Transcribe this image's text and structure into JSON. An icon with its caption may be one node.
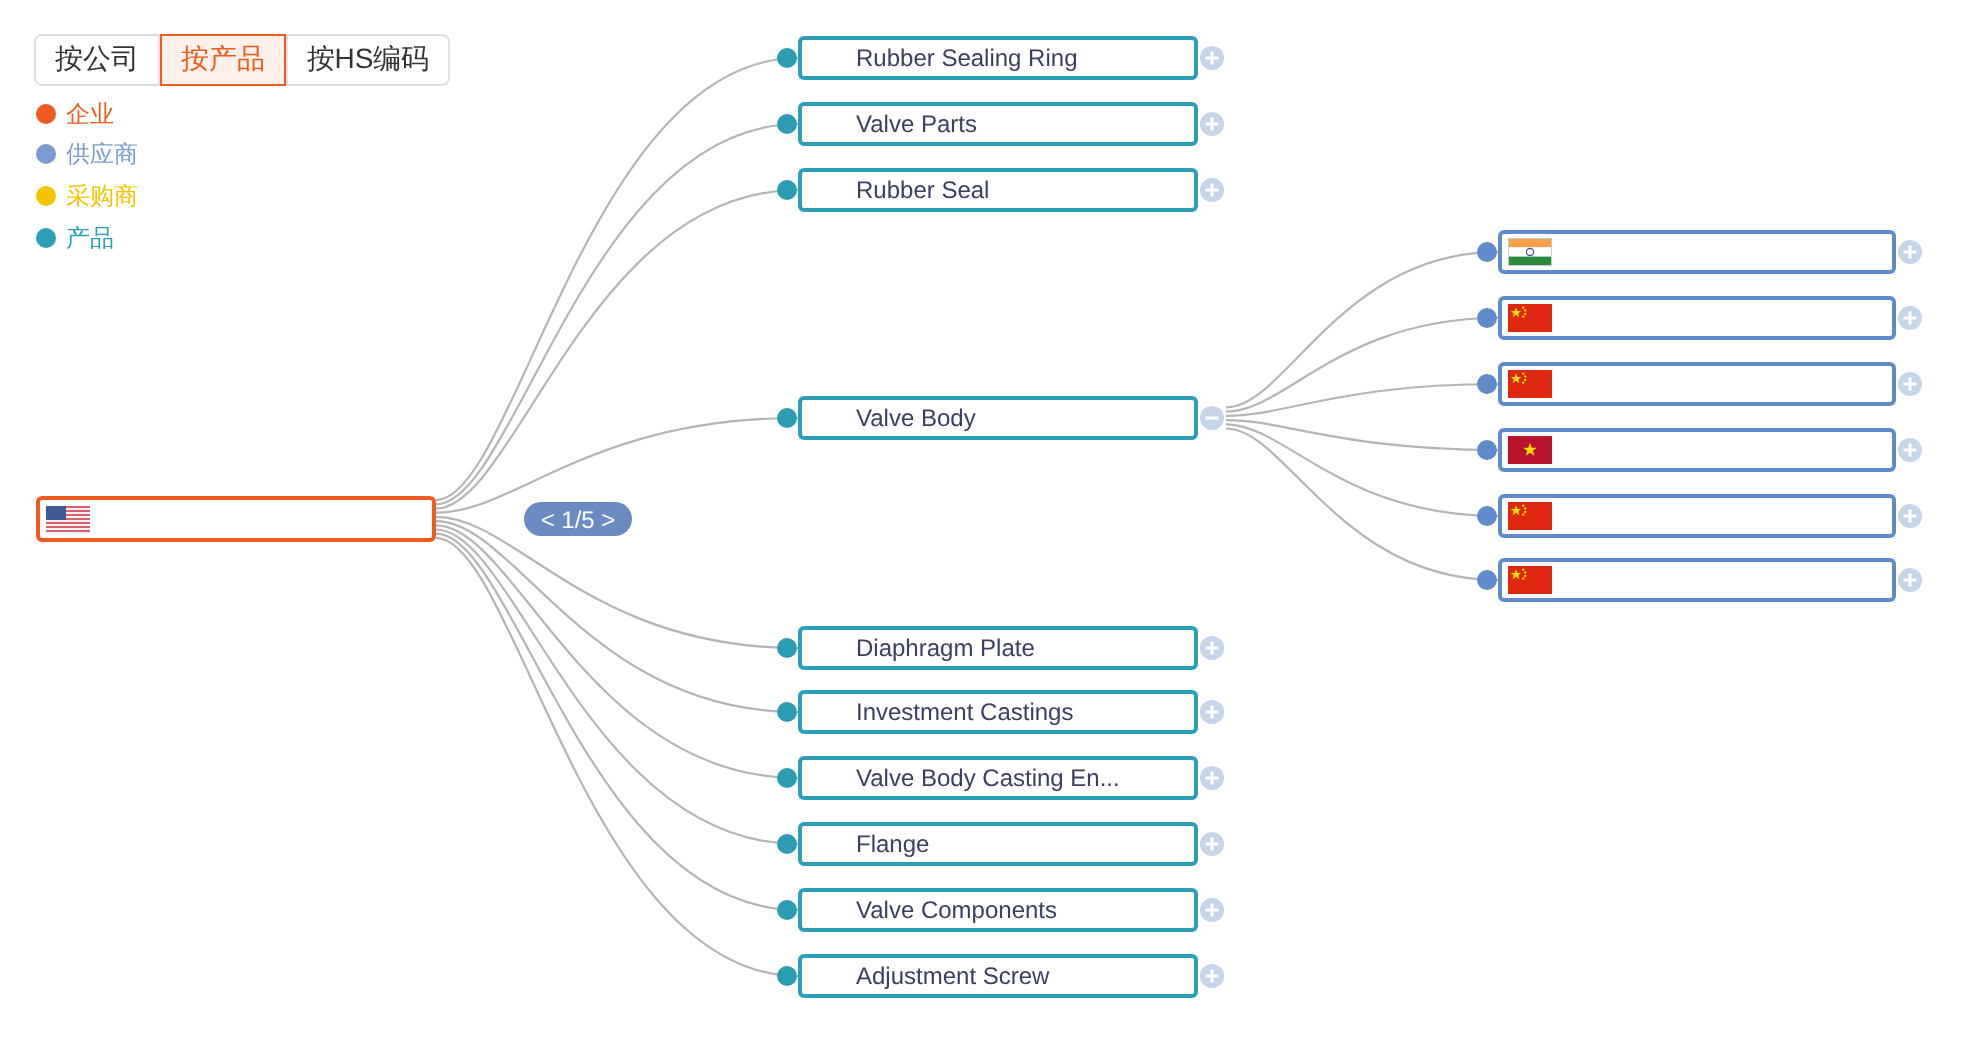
{
  "diagram": {
    "nodes": [
      {
        "text": [],
        "shape": "box"
      },
      {
        "text": [
          "Rubber Sealing Ring"
        ]
      },
      {
        "text": [
          "Valve Parts"
        ]
      },
      {
        "text": [
          "Rubber Seal"
        ]
      },
      {
        "text": [
          "Valve Body"
        ]
      },
      {
        "text": [
          "Diaphragm Plate"
        ]
      },
      {
        "text": [
          "Investment Castings"
        ]
      },
      {
        "text": [
          "Valve Body Casting En..."
        ]
      },
      {
        "text": [
          "Flange"
        ]
      },
      {
        "text": [
          "Valve Components"
        ]
      },
      {
        "text": [
          "Adjustment Screw"
        ]
      },
      {
        "text": [],
        "shape": "box"
      },
      {
        "text": [],
        "shape": "box"
      },
      {
        "text": [],
        "shape": "box"
      },
      {
        "text": [],
        "shape": "box"
      },
      {
        "text": [],
        "shape": "box"
      },
      {
        "text": [],
        "shape": "box"
      }
    ],
    "edges": [
      {
        "from": 0,
        "to": 1,
        "arrow": "other"
      },
      {
        "from": 0,
        "to": 2,
        "arrow": "other"
      },
      {
        "from": 0,
        "to": 3,
        "arrow": "other"
      },
      {
        "from": 0,
        "to": 4,
        "arrow": "other"
      },
      {
        "from": 0,
        "to": 5,
        "arrow": "other"
      },
      {
        "from": 0,
        "to": 6,
        "arrow": "other"
      },
      {
        "from": 0,
        "to": 7,
        "arrow": "other"
      },
      {
        "from": 0,
        "to": 8,
        "arrow": "other"
      },
      {
        "from": 0,
        "to": 9,
        "arrow": "other"
      },
      {
        "from": 0,
        "to": 10,
        "arrow": "other"
      },
      {
        "from": 4,
        "to": 11,
        "arrow": "other"
      },
      {
        "from": 4,
        "to": 12,
        "arrow": "other"
      },
      {
        "from": 4,
        "to": 13,
        "arrow": "other"
      },
      {
        "from": 4,
        "to": 14,
        "arrow": "other"
      },
      {
        "from": 4,
        "to": 15,
        "arrow": "other"
      },
      {
        "from": 4,
        "to": 16,
        "arrow": "other"
      }
    ],
    "labels": [
      "按公司",
      "按产品",
      "按HS编码",
      "< 1/5 >"
    ],
    "legend": [
      {
        "text": "企业",
        "color": "#f05a1e"
      },
      {
        "text": "供应商",
        "color": "#7b9bd0"
      },
      {
        "text": "采购商",
        "color": "#f5c400"
      },
      {
        "text": "产品",
        "color": "#2aa0b8"
      }
    ]
  }
}
